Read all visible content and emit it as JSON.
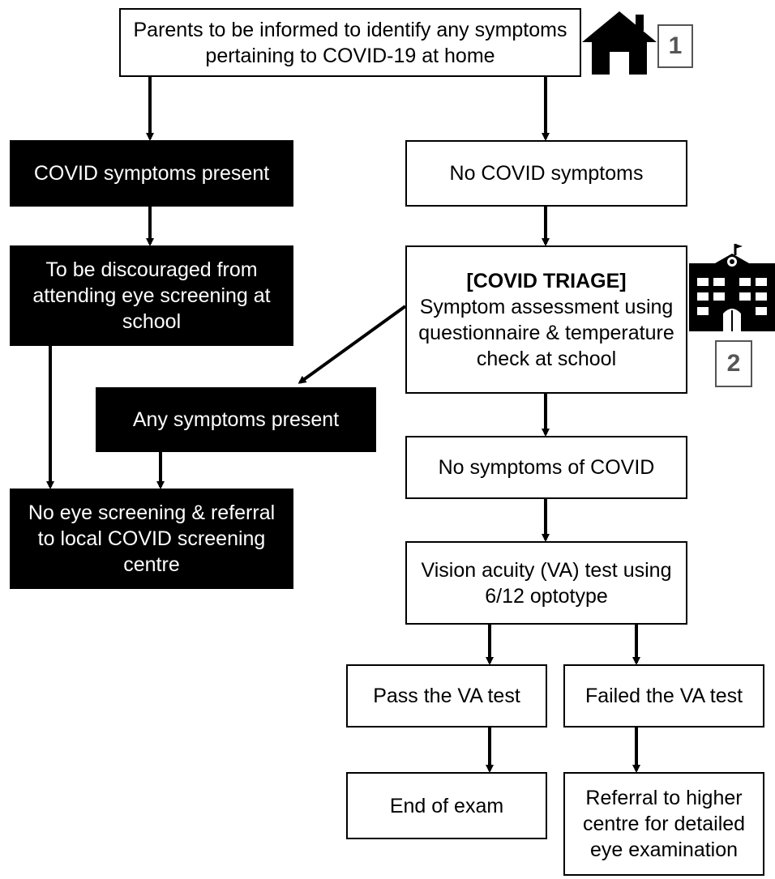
{
  "nodes": {
    "parents_informed": "Parents to be informed to identify any symptoms pertaining to COVID-19 at home",
    "covid_symptoms_present": "COVID symptoms present",
    "no_covid_symptoms": "No COVID symptoms",
    "discouraged": "To be discouraged from attending eye screening at school",
    "triage_title": "[COVID TRIAGE]",
    "triage_body": "Symptom assessment using questionnaire & temperature check at school",
    "any_symptoms_present": "Any symptoms present",
    "no_eye_screening": "No eye screening & referral to local COVID screening centre",
    "no_symptoms_of_covid": "No symptoms of COVID",
    "va_test": "Vision acuity (VA) test using 6/12 optotype",
    "pass_va": "Pass the VA test",
    "failed_va": "Failed the VA test",
    "end_exam": "End of exam",
    "referral_higher": "Referral to higher centre for detailed eye examination"
  },
  "badges": {
    "home": "1",
    "school": "2"
  },
  "icons": {
    "home": "house-icon",
    "school": "school-building-icon"
  },
  "colors": {
    "ink": "#000000",
    "paper": "#ffffff",
    "badge": "#555555"
  }
}
